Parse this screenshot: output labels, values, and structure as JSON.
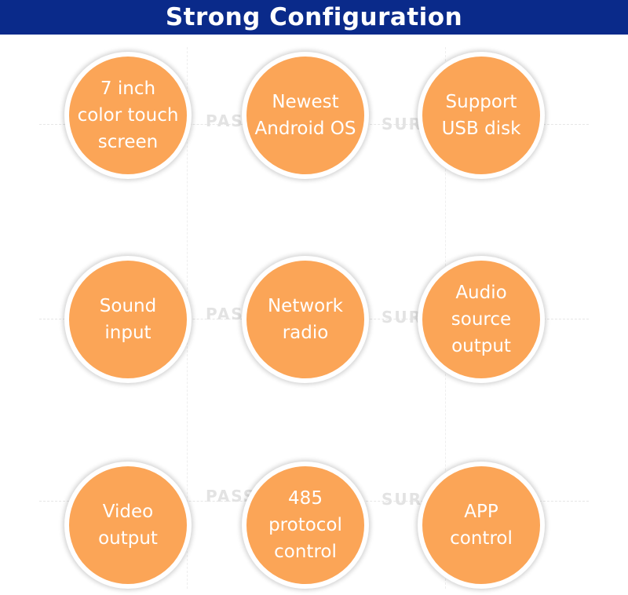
{
  "banner": {
    "title": "Strong Configuration",
    "background_color": "#0a2a8a",
    "text_color": "#ffffff"
  },
  "watermark": {
    "text_left": "PASS",
    "text_right": "SUR"
  },
  "features": [
    {
      "label": "7 inch\ncolor touch\nscreen"
    },
    {
      "label": "Newest\nAndroid OS"
    },
    {
      "label": "Support\nUSB disk"
    },
    {
      "label": "Sound\ninput"
    },
    {
      "label": "Network\nradio"
    },
    {
      "label": "Audio\nsource\noutput"
    },
    {
      "label": "Video\noutput"
    },
    {
      "label": "485\nprotocol\ncontrol"
    },
    {
      "label": "APP\ncontrol"
    }
  ],
  "colors": {
    "circle_fill": "#fba557",
    "circle_border": "#ffffff"
  }
}
